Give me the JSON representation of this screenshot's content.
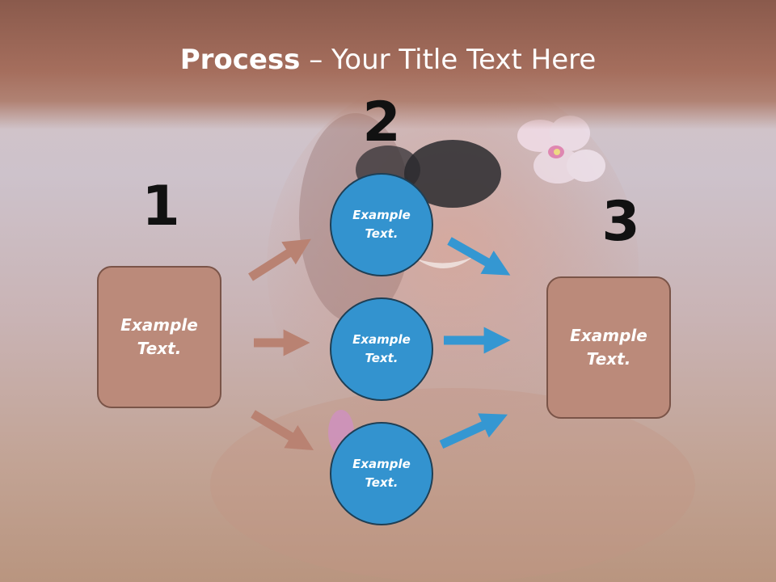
{
  "slide": {
    "title_bold": "Process",
    "title_rest": " – Your Title Text Here"
  },
  "steps": {
    "one": {
      "number": "1",
      "box_text": "Example Text."
    },
    "two": {
      "number": "2",
      "circles": [
        "Example Text.",
        "Example Text.",
        "Example Text."
      ]
    },
    "three": {
      "number": "3",
      "box_text": "Example Text."
    }
  },
  "colors": {
    "box_fill": "#bb8a7a",
    "box_border": "#7a5448",
    "circle_fill": "#3393cf",
    "circle_border": "#1e3f55",
    "arrow_brown": "#b98272",
    "arrow_blue": "#3497d2",
    "title_band": "#a56e5d"
  }
}
